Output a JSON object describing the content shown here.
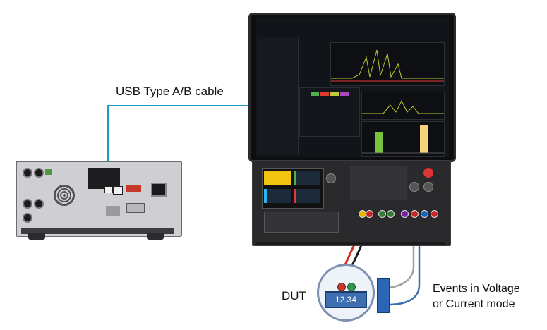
{
  "labels": {
    "cable": "USB Type A/B cable",
    "dut": "DUT",
    "events_line1": "Events in Voltage",
    "events_line2": "or Current mode"
  },
  "dut": {
    "display_value": "12.34"
  },
  "colors": {
    "usb_cable": "#1e9ac9",
    "positive_lead": "#d42a20",
    "negative_lead": "#1a1a1a",
    "event_lead_1": "#a0a0a0",
    "event_lead_2": "#3a6fb8",
    "dut_body": "#7e8fb0",
    "dut_screen": "#3d6fb0"
  },
  "icons": {
    "rear_unit": "power-supply-rear-icon",
    "tablet": "tablet-icon",
    "front_unit": "power-analyzer-front-icon",
    "dut": "device-under-test-icon"
  }
}
